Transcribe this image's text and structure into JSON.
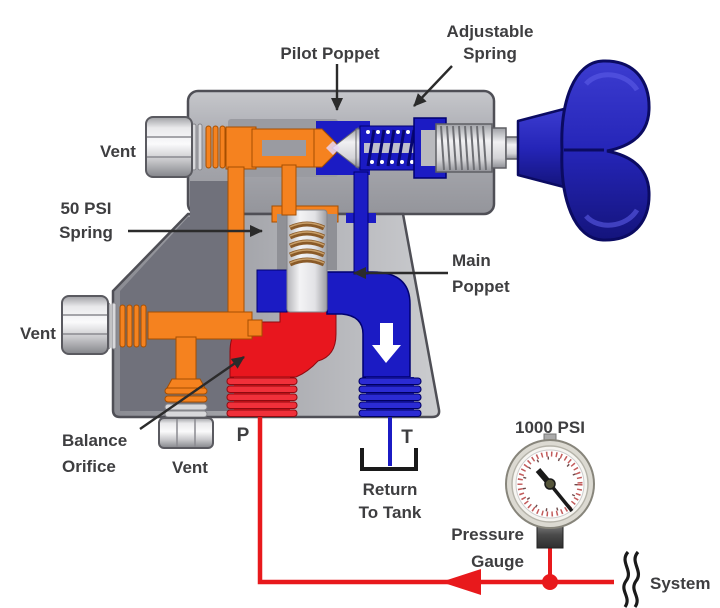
{
  "annotations": {
    "pilot_poppet": "Pilot Poppet",
    "adjustable_spring": [
      "Adjustable",
      "Spring"
    ],
    "vent_top": "Vent",
    "vent_left": "Vent",
    "vent_bottom": "Vent",
    "psi_spring": [
      "50 PSI",
      "Spring"
    ],
    "main_poppet": [
      "Main",
      "Poppet"
    ],
    "balance_orifice": [
      "Balance",
      "Orifice"
    ]
  },
  "ports": {
    "pressure": "P",
    "tank": "T"
  },
  "schematic": {
    "return_to_tank": [
      "Return",
      "To Tank"
    ],
    "system": "System",
    "gauge": {
      "reading": "1000 PSI",
      "label": [
        "Pressure",
        "Gauge"
      ]
    }
  },
  "colors": {
    "pilot_oil_orange": "#F5821F",
    "return_oil_blue": "#1B1BC4",
    "system_oil_red": "#EC1C24",
    "valve_body_gray": "#A9AAB0",
    "valve_body_dark": "#6F7078",
    "knob_blue": "#2525B8",
    "label_text": "#3E3E40"
  }
}
